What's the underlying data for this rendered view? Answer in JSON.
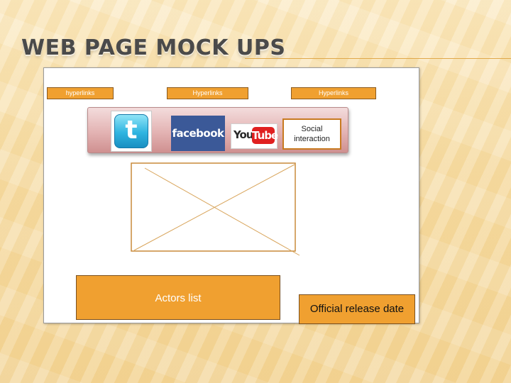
{
  "slide": {
    "title": "WEB PAGE MOCK UPS"
  },
  "mockup": {
    "hyperlinks": [
      "hyperlinks",
      "Hyperlinks",
      "Hyperlinks"
    ],
    "social": {
      "twitter_letter": "t",
      "facebook_text": "facebook",
      "youtube_you": "You",
      "youtube_tube": "Tube",
      "box_label": "Social interaction"
    },
    "actors_label": "Actors list",
    "release_label": "Official release date"
  },
  "colors": {
    "accent_orange": "#f0a030",
    "frame_border": "#9a9a9a",
    "facebook_blue": "#3b5998",
    "youtube_red": "#e02020",
    "twitter_blue": "#2fb4e0"
  },
  "icons": [
    "twitter-logo",
    "facebook-logo",
    "youtube-logo",
    "image-placeholder-icon"
  ]
}
